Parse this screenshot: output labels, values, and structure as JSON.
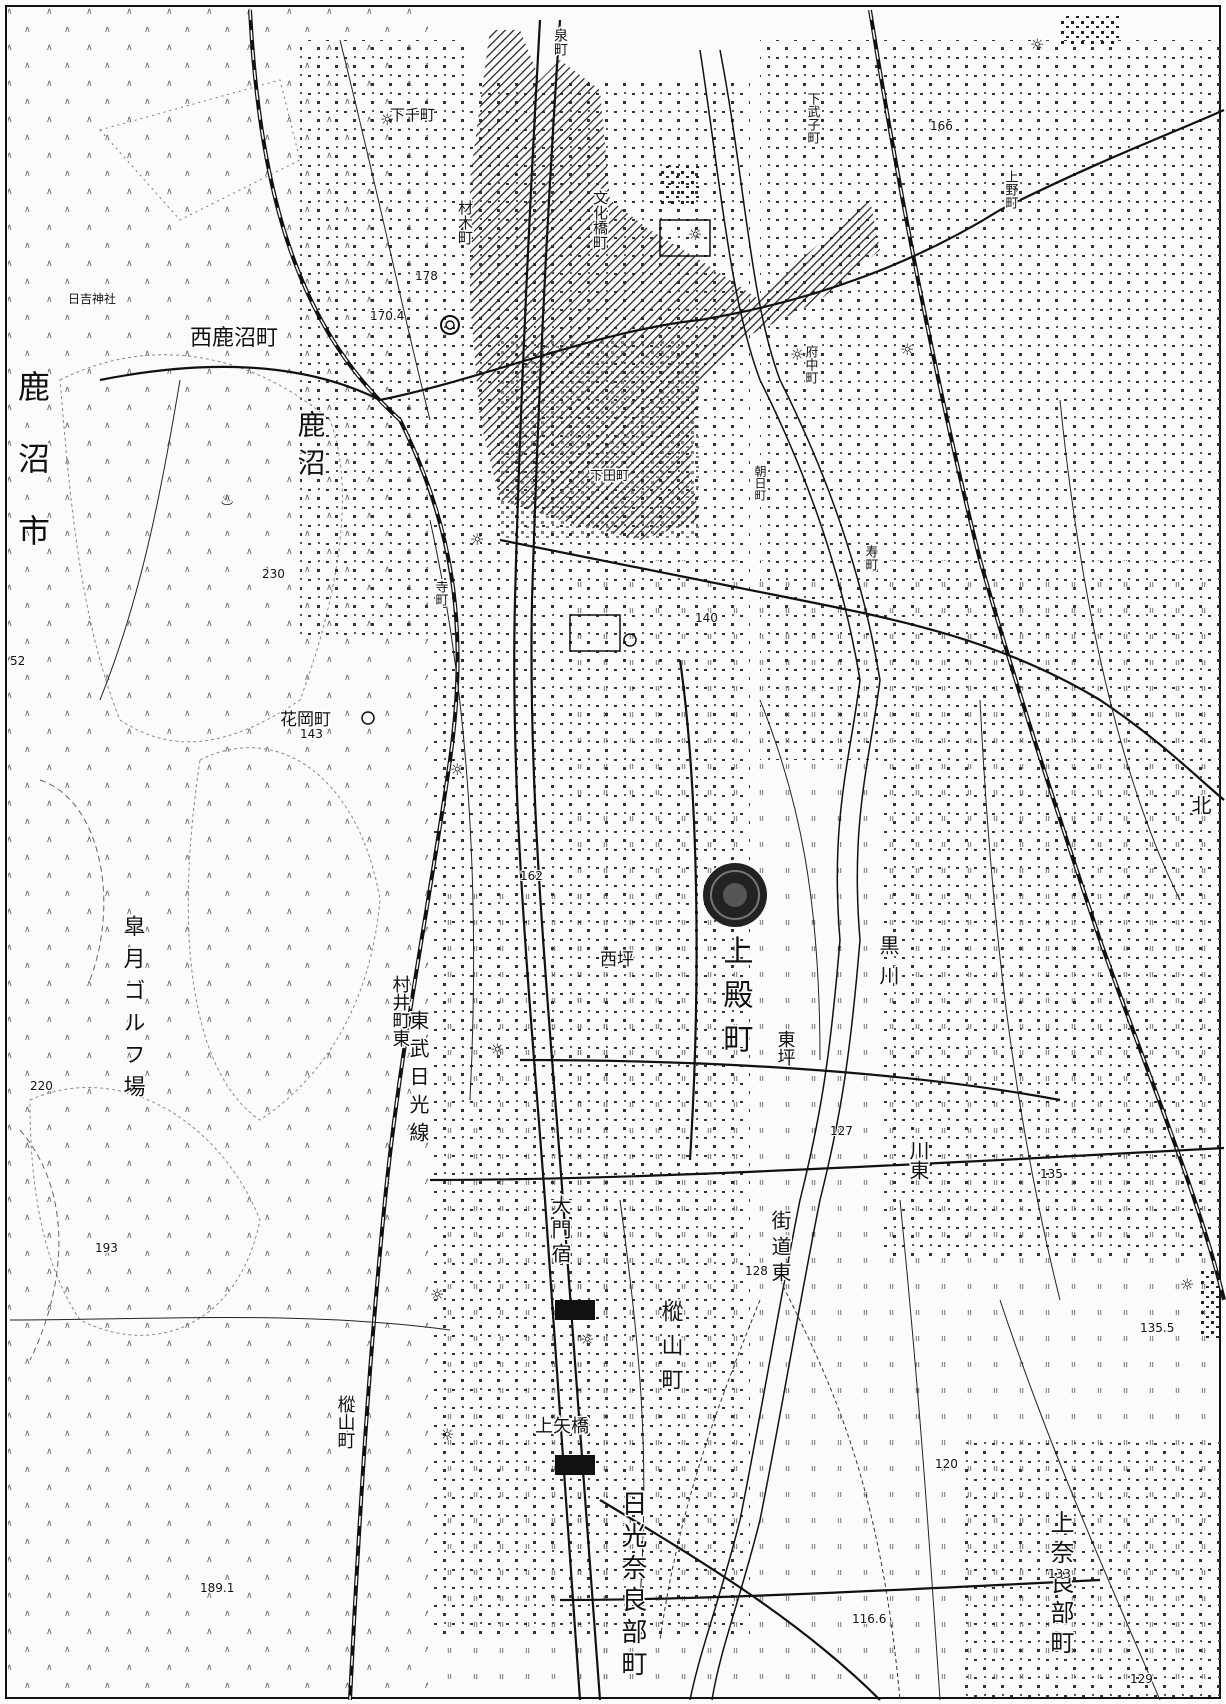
{
  "map": {
    "labels": {
      "kanuma_city": "鹿沼市",
      "kanuma": "鹿沼",
      "nishi_kanuma_cho": "西鹿沼町",
      "hiyoshi_jinja": "日吉神社",
      "izumi_cho": "泉町",
      "tachi_cho": "下武子町",
      "shimochuo": "下千町",
      "zaimoku_cho": "材木町",
      "bunka_bashi_cho": "文化橋町",
      "hanaoka_cho": "花岡町",
      "kamidono_cho": "上殿町",
      "nishitsubo": "西坪",
      "higashitsubo": "東坪",
      "murai_higashi": "村井町東",
      "tobu_nikko_sen": "東武日光線",
      "daimon_shuku": "大門宿",
      "satsuki_golf": "皐月ゴルフ場",
      "kaido_higashi": "街道東",
      "shoyama_cho_east": "樅山町",
      "shoyama_cho_west": "樅山町",
      "kamiyahashi": "上矢橋",
      "nikko_narabu_cho": "日光奈良部町",
      "kami_narabu_cho": "上奈良部町",
      "kawahigashi": "川東",
      "kita": "北",
      "kurokawa": "黒川",
      "asahi_cho": "朝日町",
      "kamino_cho": "上野町",
      "kotobuki_cho": "寿町",
      "fuchu_cho": "府中町",
      "shimotanaka": "下田町",
      "teramachi": "寺町"
    },
    "elevations": {
      "e1": "230",
      "e2": "178",
      "e3": "170.4",
      "e4": "143",
      "e5": "140",
      "e6": "127",
      "e7": "128",
      "e8": "120",
      "e9": "116.6",
      "e10": "135",
      "e11": "135.5",
      "e12": "133",
      "e13": "129",
      "e14": "189.1",
      "e15": "193",
      "e16": "162",
      "e17": "166",
      "e18": "220",
      "e19": "52"
    }
  }
}
